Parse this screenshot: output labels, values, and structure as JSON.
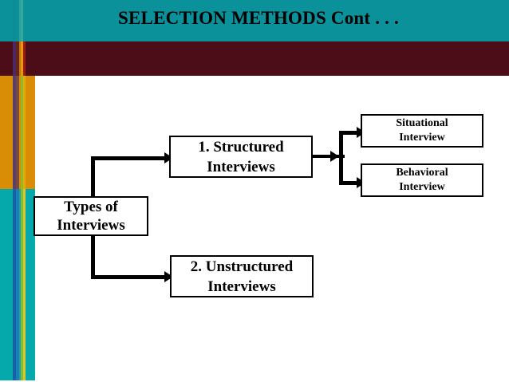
{
  "slide": {
    "title": "SELECTION METHODS Cont . . .",
    "theme": {
      "header_teal": "#0b9199",
      "header_maroon": "#4d0d18",
      "sidebar_orange": "#d98c06",
      "sidebar_teal": "#05a8ab",
      "box_border": "#000000",
      "text": "#000000",
      "background": "#ffffff"
    }
  },
  "diagram": {
    "type": "flowchart",
    "root": {
      "id": "types-of-interviews",
      "label": "Types of\nInterviews",
      "line1": "Types of",
      "line2": "Interviews"
    },
    "branches": [
      {
        "id": "structured-interviews",
        "label": "1. Structured Interviews",
        "line1": "1. Structured",
        "line2": "Interviews",
        "children": [
          {
            "id": "situational-interview",
            "label": "Situational Interview",
            "line1": "Situational",
            "line2": "Interview"
          },
          {
            "id": "behavioral-interview",
            "label": "Behavioral Interview",
            "line1": "Behavioral",
            "line2": "Interview"
          }
        ]
      },
      {
        "id": "unstructured-interviews",
        "label": "2. Unstructured Interviews",
        "line1": "2. Unstructured",
        "line2": "Interviews",
        "children": []
      }
    ]
  }
}
